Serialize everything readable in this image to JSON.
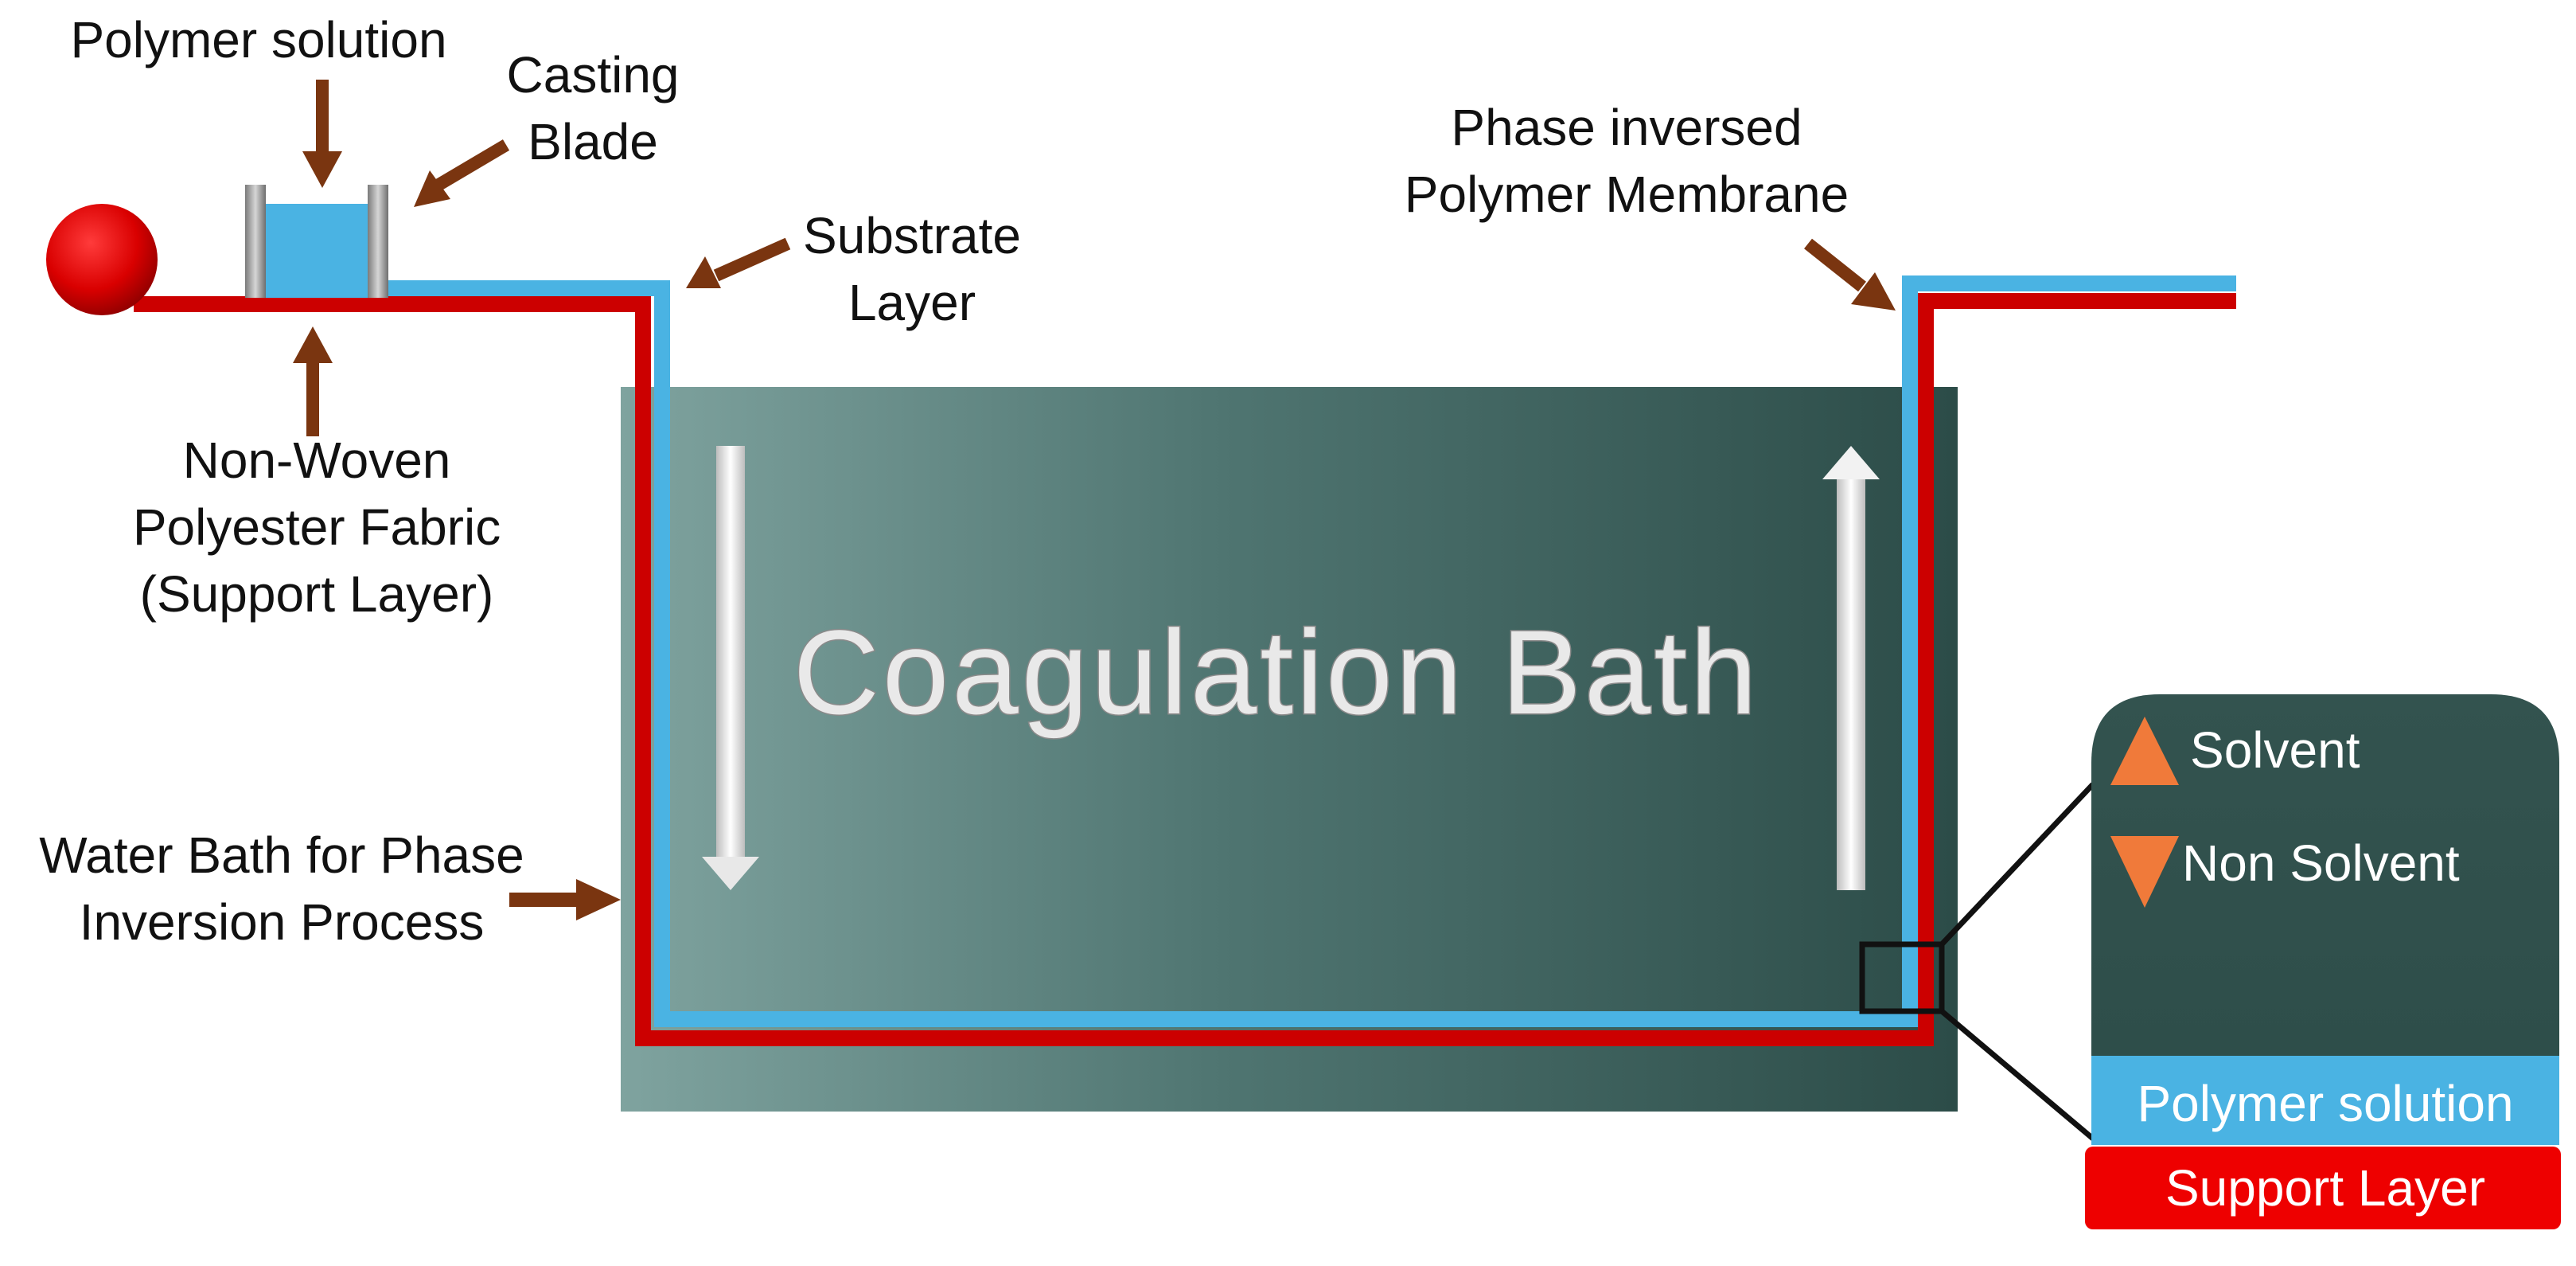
{
  "labels": {
    "polymer_solution": "Polymer solution",
    "casting_blade_1": "Casting",
    "casting_blade_2": "Blade",
    "substrate_1": "Substrate",
    "substrate_2": "Layer",
    "membrane_1": "Phase inversed",
    "membrane_2": "Polymer Membrane",
    "fabric_1": "Non-Woven",
    "fabric_2": "Polyester Fabric",
    "fabric_3": "(Support Layer)",
    "water_1": "Water Bath for Phase",
    "water_2": "Inversion Process",
    "bath_title": "Coagulation Bath"
  },
  "inset": {
    "solvent": "Solvent",
    "non_solvent": "Non Solvent",
    "polymer_solution": "Polymer solution",
    "support_layer": "Support Layer"
  },
  "colors": {
    "support_line": "#cc0000",
    "polymer_line": "#4ab3e3",
    "arrow": "#7a3510",
    "bath_light": "#7fa39f",
    "bath_dark": "#2c4c48",
    "solvent_triangle": "#f07a3a"
  }
}
